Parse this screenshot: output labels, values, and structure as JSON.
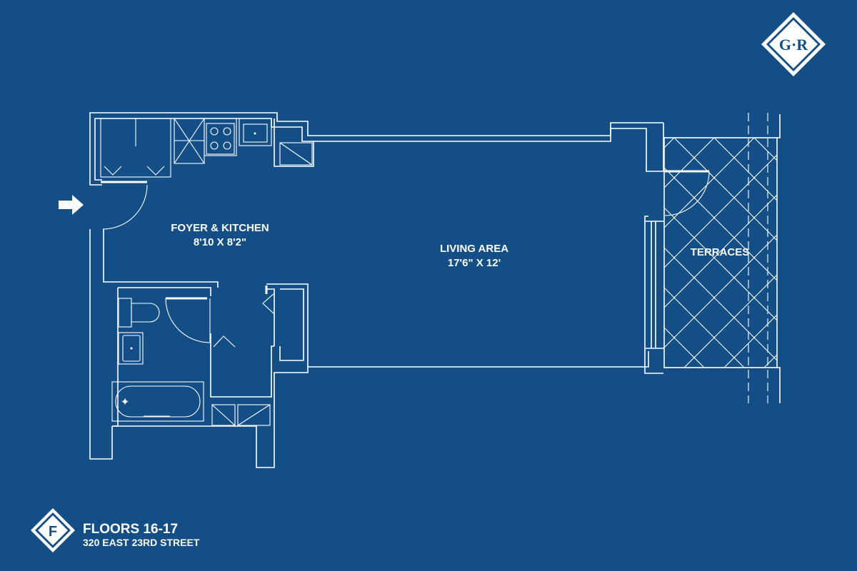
{
  "brand": {
    "logo_text": "G·R"
  },
  "rooms": {
    "foyer_kitchen": {
      "name": "FOYER & KITCHEN",
      "dims": "8'10 X 8'2\""
    },
    "living_area": {
      "name": "LIVING AREA",
      "dims": "17'6\" X 12'"
    },
    "terraces": {
      "name": "TERRACES"
    }
  },
  "footer": {
    "badge_letter": "F",
    "floors": "FLOORS 16-17",
    "address": "320 EAST 23RD STREET"
  },
  "colors": {
    "background": "#134f86",
    "lines": "#ffffff"
  }
}
